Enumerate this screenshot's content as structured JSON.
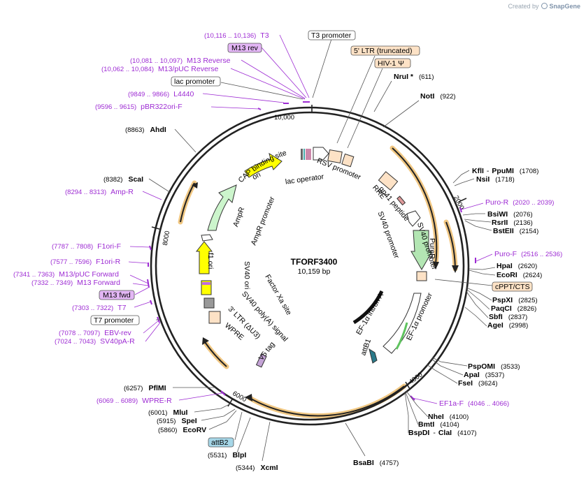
{
  "app": {
    "created_by": "Created by",
    "brand": "SnapGene"
  },
  "plasmid": {
    "name": "TFORF3400",
    "size_label": "10,159 bp"
  },
  "ticks": {
    "t2000": "2000",
    "t4000": "4000",
    "t6000": "6000",
    "t8000": "8000",
    "t10000": "10,000"
  },
  "enzymes": [
    {
      "name": "NruI *",
      "pos": "(611)"
    },
    {
      "name": "NotI",
      "pos": "(922)"
    },
    {
      "name": "KflI",
      "name2": "PpuMI",
      "pos": "(1708)"
    },
    {
      "name": "NsiI",
      "pos": "(1718)"
    },
    {
      "name": "BsiWI",
      "pos": "(2076)"
    },
    {
      "name": "RsrII",
      "pos": "(2136)"
    },
    {
      "name": "BstEII",
      "pos": "(2154)"
    },
    {
      "name": "HpaI",
      "pos": "(2620)"
    },
    {
      "name": "EcoRI",
      "pos": "(2624)"
    },
    {
      "name": "PspXI",
      "pos": "(2825)"
    },
    {
      "name": "PaqCI",
      "pos": "(2826)"
    },
    {
      "name": "SbfI",
      "pos": "(2837)"
    },
    {
      "name": "AgeI",
      "pos": "(2998)"
    },
    {
      "name": "PspOMI",
      "pos": "(3533)"
    },
    {
      "name": "ApaI",
      "pos": "(3537)"
    },
    {
      "name": "FseI",
      "pos": "(3624)"
    },
    {
      "name": "NheI",
      "pos": "(4100)"
    },
    {
      "name": "BmtI",
      "pos": "(4104)"
    },
    {
      "name": "BspDI",
      "name2": "ClaI",
      "pos": "(4107)"
    },
    {
      "name": "BsaBI",
      "pos": "(4757)"
    },
    {
      "name": "XcmI",
      "pos": "(5344)"
    },
    {
      "name": "BlpI",
      "pos": "(5531)"
    },
    {
      "name": "EcoRV",
      "pos": "(5860)"
    },
    {
      "name": "SpeI",
      "pos": "(5915)"
    },
    {
      "name": "MluI",
      "pos": "(6001)"
    },
    {
      "name": "PflMI",
      "pos": "(6257)"
    },
    {
      "name": "ScaI",
      "pos": "(8382)"
    },
    {
      "name": "AhdI",
      "pos": "(8863)"
    }
  ],
  "primers": [
    {
      "name": "T3",
      "pos": "(10,116 .. 10,136)"
    },
    {
      "name": "M13 Reverse",
      "pos": "(10,081 .. 10,097)"
    },
    {
      "name": "M13/pUC Reverse",
      "pos": "(10,062 .. 10,084)"
    },
    {
      "name": "L4440",
      "pos": "(9849 .. 9866)"
    },
    {
      "name": "pBR322ori-F",
      "pos": "(9596 .. 9615)"
    },
    {
      "name": "Amp-R",
      "pos": "(8294 .. 8313)"
    },
    {
      "name": "F1ori-F",
      "pos": "(7787 .. 7808)"
    },
    {
      "name": "F1ori-R",
      "pos": "(7577 .. 7596)"
    },
    {
      "name": "M13/pUC Forward",
      "pos": "(7341 .. 7363)"
    },
    {
      "name": "M13 Forward",
      "pos": "(7332 .. 7349)"
    },
    {
      "name": "T7",
      "pos": "(7303 .. 7322)"
    },
    {
      "name": "EBV-rev",
      "pos": "(7078 .. 7097)"
    },
    {
      "name": "SV40pA-R",
      "pos": "(7024 .. 7043)"
    },
    {
      "name": "WPRE-R",
      "pos": "(6069 .. 6089)"
    },
    {
      "name": "Puro-R",
      "pos": "(2020 .. 2039)"
    },
    {
      "name": "Puro-F",
      "pos": "(2516 .. 2536)"
    },
    {
      "name": "EF1a-F",
      "pos": "(4046 .. 4066)"
    }
  ],
  "boxed_labels": {
    "t3_promoter": "T3 promoter",
    "m13_rev": "M13 rev",
    "ltr_trunc": "5' LTR (truncated)",
    "hiv1": "HIV-1 Ψ",
    "lac_promoter": "lac promoter",
    "cppt": "cPPT/CTS",
    "m13_fwd": "M13 fwd",
    "t7_promoter": "T7 promoter",
    "attb2": "attB2"
  },
  "features": {
    "rsv_promoter": "RSV promoter",
    "cap_binding": "CAP binding site",
    "lac_operator": "lac operator",
    "rre": "RRE",
    "gp41": "gp41 peptide",
    "sv40_promoter_a": "SV40 promoter",
    "sv40_promoter_b": "SV40 promoter",
    "puror": "PuroR",
    "ori": "ori",
    "ampr": "AmpR",
    "ampr_promoter": "AmpR promoter",
    "f1_ori": "f1 ori",
    "sv40_ori": "SV40 ori",
    "factor_xa": "Factor Xa site",
    "sv40_polya": "SV40 poly(A) signal",
    "ltr3": "3' LTR (ΔU3)",
    "wpre": "WPRE",
    "v5": "V5 tag",
    "ef1a_intron": "EF-1α intron A",
    "ef1a_promoter": "EF-1α promoter",
    "attb1": "attB1"
  },
  "colors": {
    "primer": "#9d2bd3",
    "ori": "#ffff00",
    "ampr": "#ccf5cc",
    "puror": "#b3e6b3",
    "orf_highlight": "#f0c276",
    "ltr": "#fde2c6",
    "primer_box": "#e3b6f5"
  }
}
